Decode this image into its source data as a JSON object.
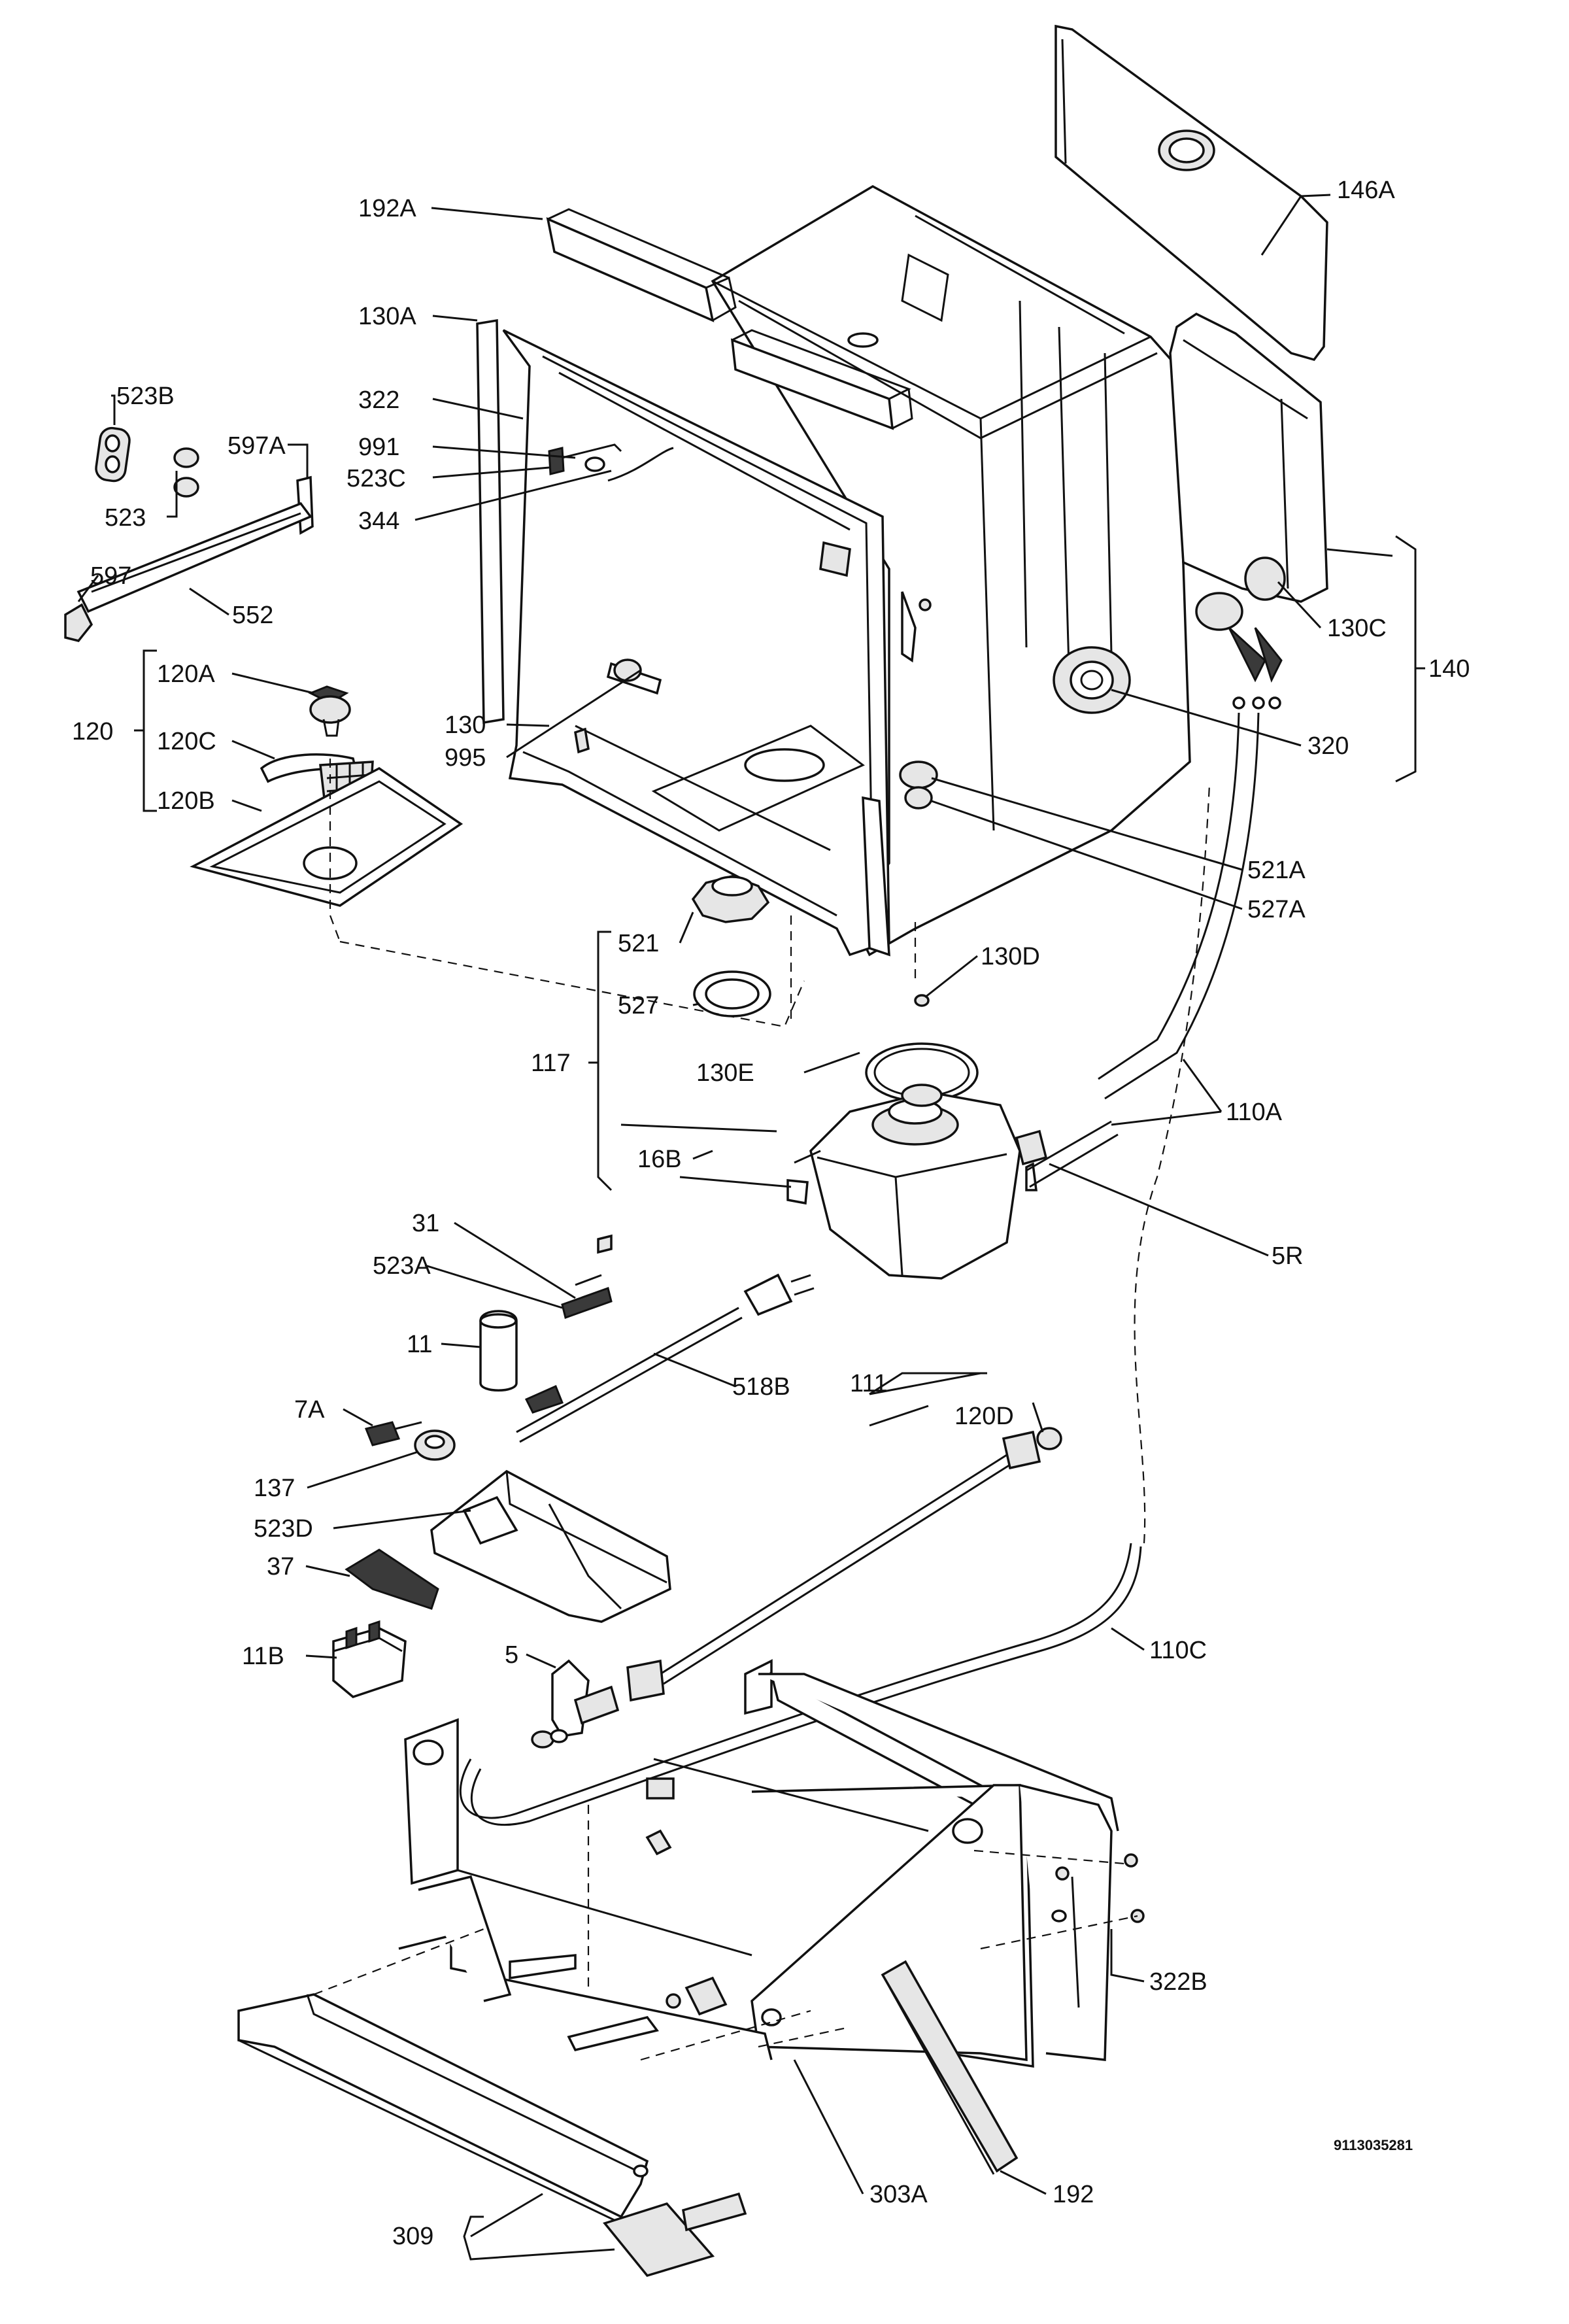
{
  "diagram": {
    "doc_id": "9113035281",
    "labels": {
      "l192A": "192A",
      "l146A": "146A",
      "l130A": "130A",
      "l322": "322",
      "l523B": "523B",
      "l597A": "597A",
      "l991": "991",
      "l523C": "523C",
      "l523": "523",
      "l344": "344",
      "l597": "597",
      "l552": "552",
      "l120A": "120A",
      "l120": "120",
      "l120C": "120C",
      "l120B": "120B",
      "l130": "130",
      "l995": "995",
      "l130C": "130C",
      "l140": "140",
      "l320": "320",
      "l521A": "521A",
      "l527A": "527A",
      "l521": "521",
      "l130D": "130D",
      "l527": "527",
      "l117": "117",
      "l130E": "130E",
      "l110A": "110A",
      "l16B": "16B",
      "l5R": "5R",
      "l31": "31",
      "l523A": "523A",
      "l11": "11",
      "l518B": "518B",
      "l111": "111",
      "l120D": "120D",
      "l7A": "7A",
      "l137": "137",
      "l523D": "523D",
      "l37": "37",
      "l11B": "11B",
      "l5": "5",
      "l110C": "110C",
      "l322B": "322B",
      "l303A": "303A",
      "l192": "192",
      "l309": "309"
    }
  }
}
